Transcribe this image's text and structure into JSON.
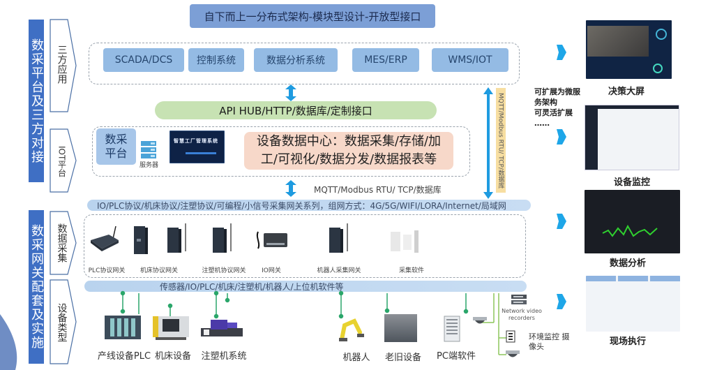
{
  "title": "自下而上一分布式架构-模块型设计-开放型接口",
  "left_bars": [
    {
      "label": "数采平台及三方对接"
    },
    {
      "label": "数采网关配套及实施"
    }
  ],
  "chevrons": [
    {
      "label": "三方应用"
    },
    {
      "label": "IOT平台"
    },
    {
      "label": "数据采集"
    },
    {
      "label": "设备类型"
    }
  ],
  "third_party_apps": [
    {
      "label": "SCADA/DCS"
    },
    {
      "label": "控制系统"
    },
    {
      "label": "数据分析系统"
    },
    {
      "label": "MES/ERP"
    },
    {
      "label": "WMS/IOT"
    }
  ],
  "api_hub": "API HUB/HTTP/数据库/定制接口",
  "iot_platform": {
    "platform_label": "数采平台",
    "server_label": "服务器",
    "screen_title": "智慧工厂管理系统",
    "data_center": "设备数据中心：数据采集/存储/加工/可视化/数据分发/数据报表等"
  },
  "protocol_label": "MQTT/Modbus RTU/ TCP/数据库",
  "vertical_protocol_label": "MQTT/Modbus RTU/ TCP/数据库",
  "gateway_band": "IO/PLC协议/机床协议/注塑协议/可编程/小信号采集网关系列，组网方式：4G/5G/WIFI/LORA/Internet/局域网",
  "gateways": [
    {
      "label": "PLC协议网关"
    },
    {
      "label": "机床协议网关"
    },
    {
      "label": "注塑机协议网关"
    },
    {
      "label": "IO网关"
    },
    {
      "label": "机器人采集网关"
    },
    {
      "label": "采集软件"
    }
  ],
  "device_band": "传感器/IO/PLC/机床/注塑机/机器人/上位机软件等",
  "equipment": [
    {
      "label": "产线设备PLC"
    },
    {
      "label": "机床设备"
    },
    {
      "label": "注塑机系统"
    },
    {
      "label": "机器人"
    },
    {
      "label": "老旧设备"
    },
    {
      "label": "PC端软件"
    }
  ],
  "nvr_label": "Network video recorders",
  "env_monitor_label": "环境监控 摄像头",
  "extension_note": [
    "可扩展为微服",
    "务架构",
    "可灵活扩展",
    "……"
  ],
  "outputs": [
    {
      "label": "决策大屏"
    },
    {
      "label": "设备监控"
    },
    {
      "label": "数据分析"
    },
    {
      "label": "现场执行"
    }
  ],
  "colors": {
    "primary_blue": "#3f6fc4",
    "app_blue": "#94bbe4",
    "green": "#c7e2b3",
    "peach": "#f7d8c9",
    "arrow_blue": "#1e9be0",
    "connector_green": "#2aa66a"
  }
}
